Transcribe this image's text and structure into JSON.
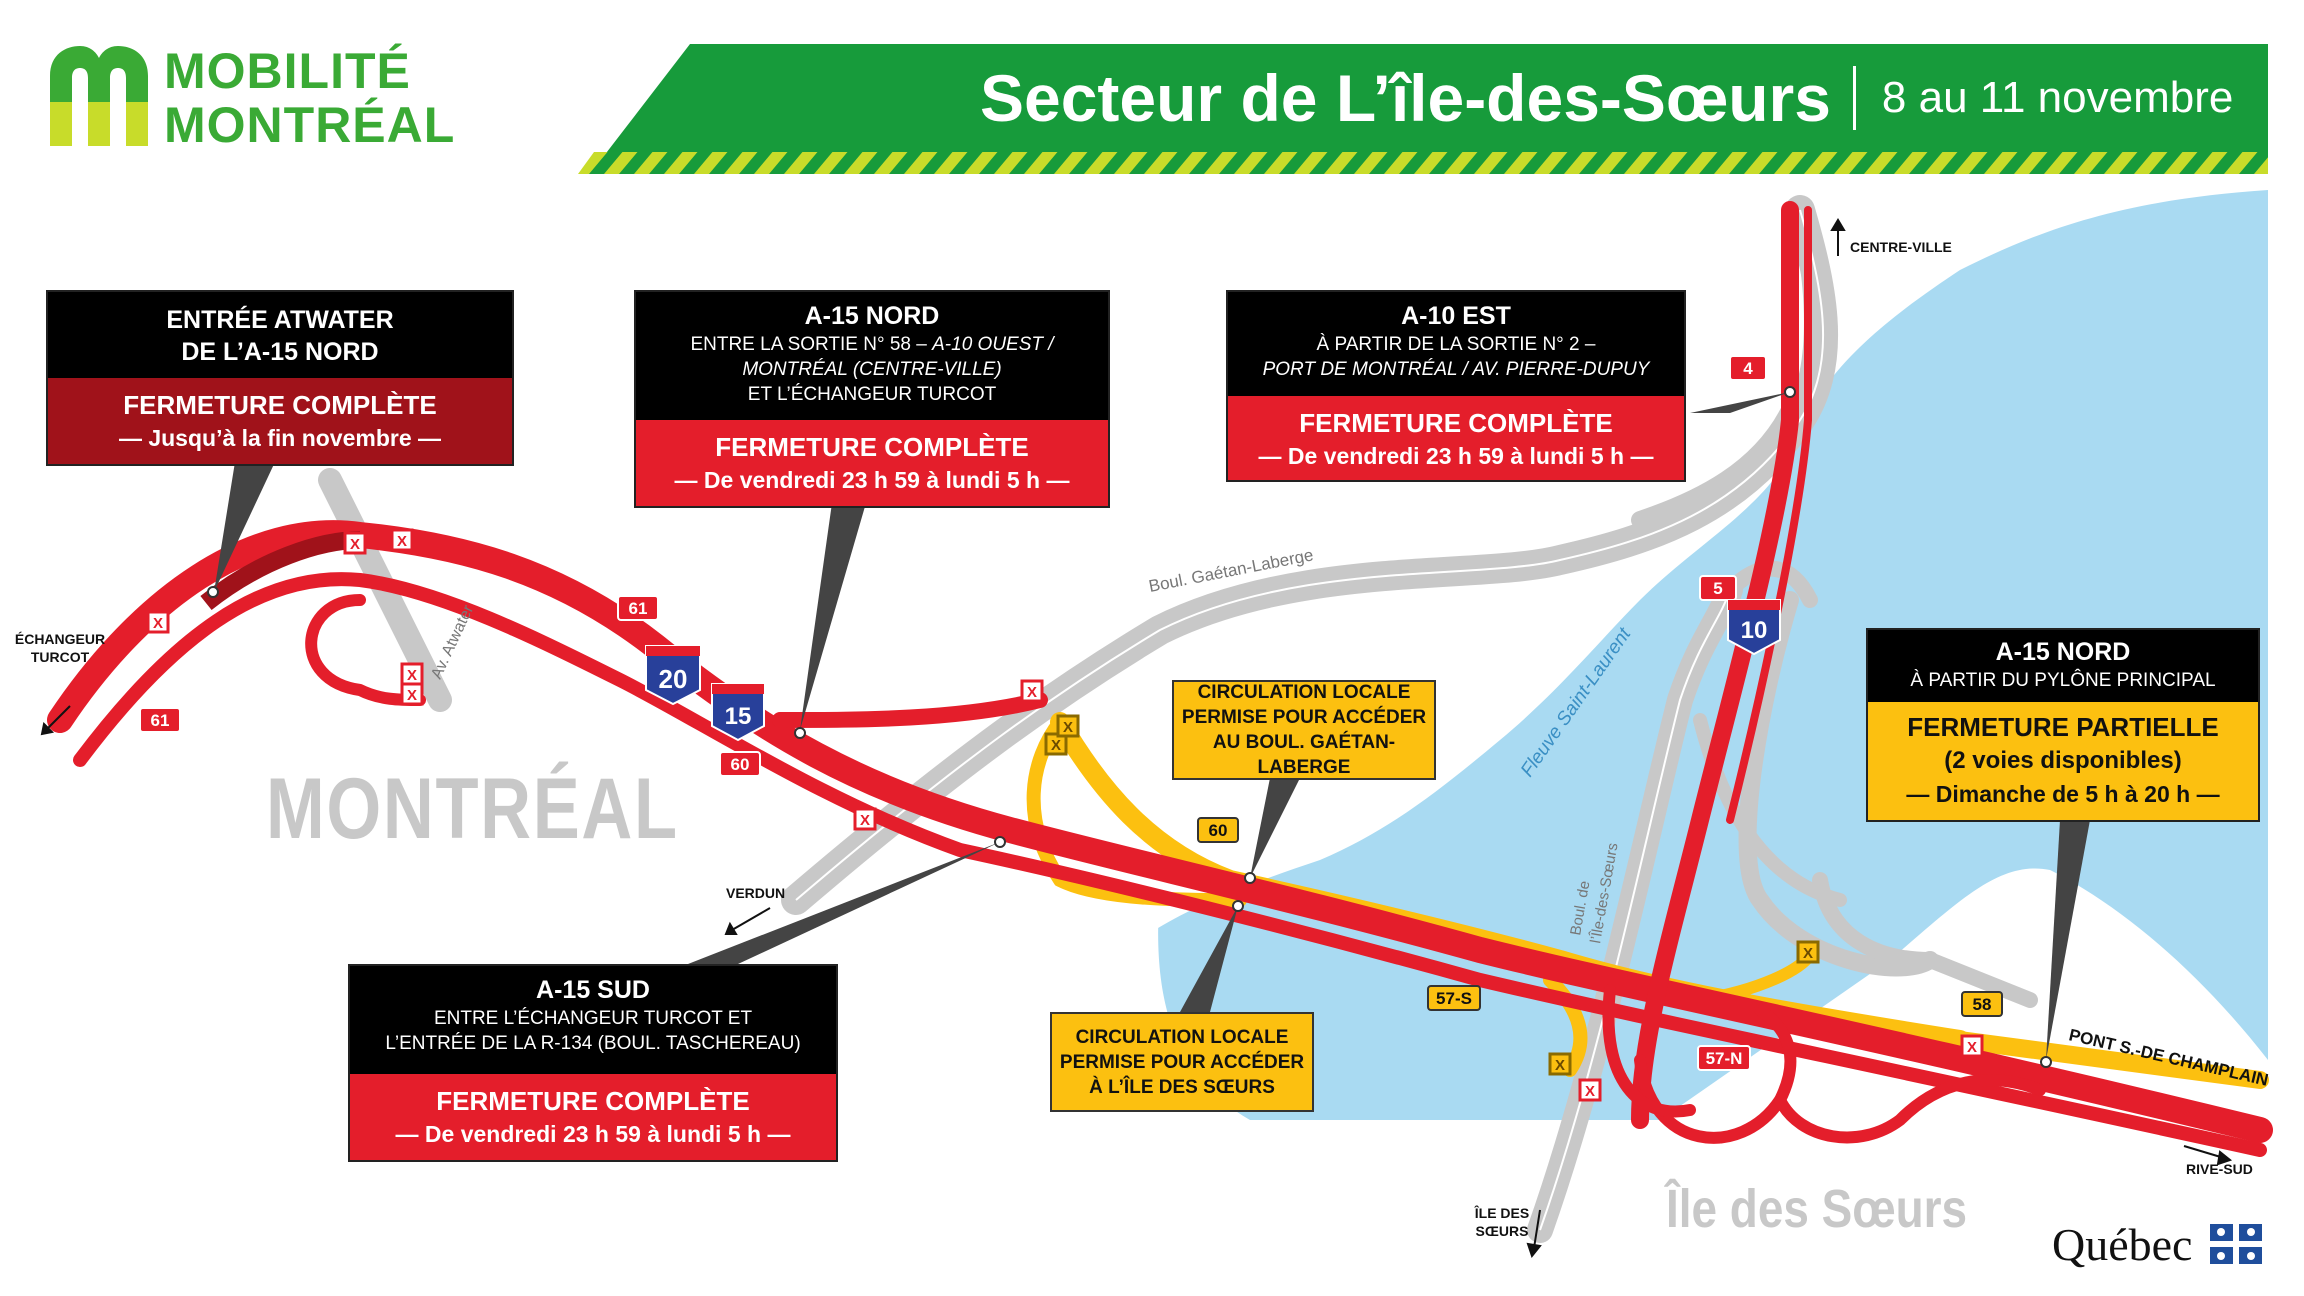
{
  "header": {
    "logo_line1": "MOBILITÉ",
    "logo_line2": "MONTRÉAL",
    "title": "Secteur de L’île-des-Sœurs",
    "dates": "8 au 11 novembre"
  },
  "colors": {
    "closure_red": "#e41e2b",
    "closure_dark_red": "#a0121a",
    "partial_yellow": "#fcc010",
    "header_green": "#179b3b",
    "river_blue": "#a9daf2",
    "open_road_gray": "#c8c8c8"
  },
  "callouts": {
    "atwater": {
      "heading_1": "ENTRÉE ATWATER",
      "heading_2": "DE L’A-15 NORD",
      "status": "FERMETURE COMPLÈTE",
      "period": "— Jusqu’à la fin novembre —"
    },
    "a15_nord": {
      "heading": "A-15 NORD",
      "line_1": "ENTRE LA SORTIE N° 58 –",
      "line_1_italic": "A-10 OUEST /",
      "line_2_italic": "MONTRÉAL (CENTRE-VILLE)",
      "line_3": "ET L’ÉCHANGEUR TURCOT",
      "status": "FERMETURE COMPLÈTE",
      "period": "— De vendredi 23 h 59 à lundi 5 h —"
    },
    "a10_est": {
      "heading": "A-10 EST",
      "line_1": "À PARTIR DE LA SORTIE N° 2 –",
      "line_2_italic": "PORT DE MONTRÉAL / AV. PIERRE-DUPUY",
      "status": "FERMETURE COMPLÈTE",
      "period": "— De vendredi 23 h 59 à lundi 5 h —"
    },
    "a15_sud": {
      "heading": "A-15 SUD",
      "line_1": "ENTRE L’ÉCHANGEUR TURCOT ET",
      "line_2": "L’ENTRÉE DE LA R-134 (BOUL. TASCHEREAU)",
      "status": "FERMETURE COMPLÈTE",
      "period": "— De vendredi 23 h 59 à lundi 5 h —"
    },
    "a15_nord_pylone": {
      "heading": "A-15 NORD",
      "line_1": "À PARTIR DU PYLÔNE PRINCIPAL",
      "status": "FERMETURE PARTIELLE",
      "lanes": "(2 voies disponibles)",
      "period": "— Dimanche de 5 h à 20 h —"
    },
    "local_gaetan": [
      "CIRCULATION LOCALE",
      "PERMISE POUR ACCÉDER",
      "AU BOUL. GAÉTAN-LABERGE"
    ],
    "local_ile": [
      "CIRCULATION LOCALE",
      "PERMISE POUR ACCÉDER",
      "À L’ÎLE DES SŒURS"
    ]
  },
  "map_labels": {
    "place_montreal": "MONTRÉAL",
    "place_ile": "Île des Sœurs",
    "river": "Fleuve Saint-Laurent",
    "boul_gaetan": "Boul. Gaétan-Laberge",
    "av_atwater": "Av. Atwater",
    "boul_ile_1": "Boul. de",
    "boul_ile_2": "l’Île-des-Sœurs",
    "pont": "PONT S.-DE CHAMPLAIN",
    "dir_centre_ville": "CENTRE-VILLE",
    "dir_echangeur_1": "ÉCHANGEUR",
    "dir_echangeur_2": "TURCOT",
    "dir_verdun": "VERDUN",
    "dir_ile_1": "ÎLE DES",
    "dir_ile_2": "SŒURS",
    "dir_rive_sud": "RIVE-SUD",
    "exit_4": "4",
    "exit_5": "5",
    "exit_61a": "61",
    "exit_61b": "61",
    "exit_60_red": "60",
    "exit_60_yel": "60",
    "exit_57s": "57-S",
    "exit_57n": "57-N",
    "exit_58": "58",
    "shield_20": "20",
    "shield_15": "15",
    "shield_10": "10"
  },
  "footer": {
    "brand": "Québec"
  }
}
